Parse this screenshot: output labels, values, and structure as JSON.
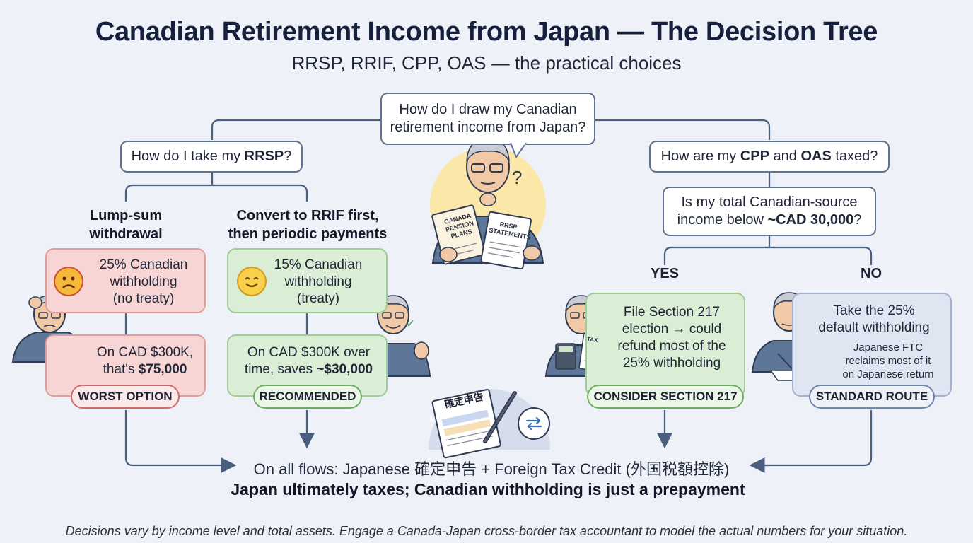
{
  "title": "Canadian Retirement Income from Japan — The Decision Tree",
  "subtitle": "RRSP, RRIF, CPP, OAS — the practical choices",
  "root_question": {
    "line1": "How do I draw my Canadian",
    "line2": "retirement income from Japan?"
  },
  "left_question": {
    "pre": "How do I take my ",
    "bold": "RRSP",
    "post": "?"
  },
  "right_question": {
    "pre": "How are my ",
    "bold1": "CPP",
    "mid": " and ",
    "bold2": "OAS",
    "post": " taxed?"
  },
  "income_question": {
    "line1": "Is my total Canadian-source",
    "line2_pre": "income below ",
    "line2_bold": "~CAD 30,000",
    "line2_post": "?"
  },
  "lump_sum": {
    "heading_line1": "Lump-sum",
    "heading_line2": "withdrawal",
    "withholding": [
      "25% Canadian",
      "withholding",
      "(no treaty)"
    ],
    "example_line1": "On CAD $300K,",
    "example_pre": "that's ",
    "example_bold": "$75,000",
    "badge": "WORST OPTION"
  },
  "rrif": {
    "heading_line1": "Convert to RRIF first,",
    "heading_line2": "then periodic payments",
    "withholding": [
      "15% Canadian",
      "withholding",
      "(treaty)"
    ],
    "example_line1": "On CAD $300K over",
    "example_pre": "time, saves ",
    "example_bold": "~$30,000",
    "badge": "RECOMMENDED"
  },
  "yes_branch": {
    "label": "YES",
    "text": [
      "File Section 217",
      "election → could",
      "refund most of the",
      "25% withholding"
    ],
    "badge": "CONSIDER SECTION 217",
    "calc_doc_label": "TAX"
  },
  "no_branch": {
    "label": "NO",
    "text": [
      "Take the 25%",
      "default withholding"
    ],
    "subtext": [
      "Japanese FTC",
      "reclaims most of it",
      "on Japanese return"
    ],
    "badge": "STANDARD ROUTE"
  },
  "center_figure": {
    "doc_left": [
      "CANADA",
      "PENSION",
      "PLANS"
    ],
    "doc_right": [
      "RRSP",
      "STATEMENTS"
    ],
    "question_mark": "?"
  },
  "tax_form_label": "確定申告",
  "bottom_line1": "On all flows: Japanese 確定申告 + Foreign Tax Credit (外国税額控除)",
  "bottom_line2": "Japan ultimately taxes; Canadian withholding is just a prepayment",
  "footnote": "Decisions vary by income level and total assets. Engage a Canada-Japan cross-border tax accountant to model the actual numbers for your situation.",
  "colors": {
    "title": "#16203c",
    "connector": "#4a5f80",
    "red_fill": "#f7d5d5",
    "green_fill": "#d9eed4",
    "blue_fill": "#dfe6f2",
    "shirt": "#5e7697",
    "sun": "#fbe7a8"
  },
  "icons": {
    "sad": "sad-face-icon",
    "happy": "happy-face-icon",
    "exchange": "exchange-arrows-icon",
    "check": "check-mark-icon"
  }
}
